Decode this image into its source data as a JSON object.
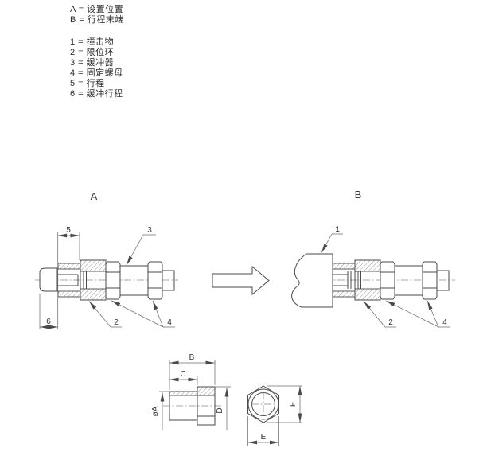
{
  "legend": {
    "position_labels": [
      "A = 设置位置",
      "B = 行程末端"
    ],
    "part_labels": [
      "1 = 撞击物",
      "2 = 限位环",
      "3 = 缓冲器",
      "4 = 固定螺母",
      "5 = 行程",
      "6 = 缓冲行程"
    ]
  },
  "views": {
    "a": {
      "label": "A",
      "stroke_dim": "5",
      "cushion_stroke_dim": "6",
      "absorber_callout": "3",
      "stop_ring_callout": "2",
      "lock_nut_callout": "4"
    },
    "b": {
      "label": "B",
      "impact_object_callout": "1",
      "stop_ring_callout": "2",
      "lock_nut_callout": "4"
    }
  },
  "detail_dims": {
    "overall_length": "B",
    "cylinder_length": "C",
    "cylinder_diameter": "øA",
    "hex_section_diameter": "D",
    "hex_across_flats": "E",
    "hex_across_corners": "F"
  },
  "colors": {
    "line": "#4a4a4a",
    "dimension_line": "#6e6e6e",
    "text": "#2e2e2e",
    "background": "#ffffff"
  }
}
